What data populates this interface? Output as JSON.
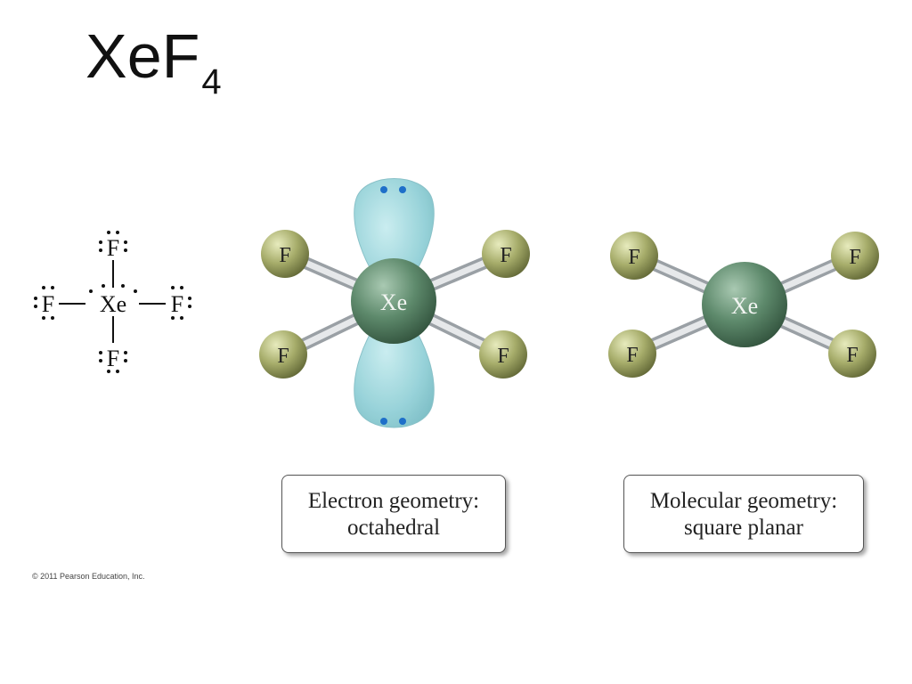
{
  "title": {
    "main": "XeF",
    "subscript": "4"
  },
  "lewis": {
    "central": "Xe",
    "ligand": "F"
  },
  "models": {
    "central_label": "Xe",
    "ligand_label": "F",
    "colors": {
      "xe_sphere": "#5e8a6c",
      "f_sphere": "#a6ac6a",
      "bond": "#d6dadd",
      "lone_pair_lobe": "#8fcfd6",
      "lone_pair_dot": "#1e6fc9"
    }
  },
  "captions": {
    "electron_line1": "Electron geometry:",
    "electron_line2": "octahedral",
    "molecular_line1": "Molecular geometry:",
    "molecular_line2": "square planar"
  },
  "copyright": "© 2011 Pearson Education, Inc."
}
